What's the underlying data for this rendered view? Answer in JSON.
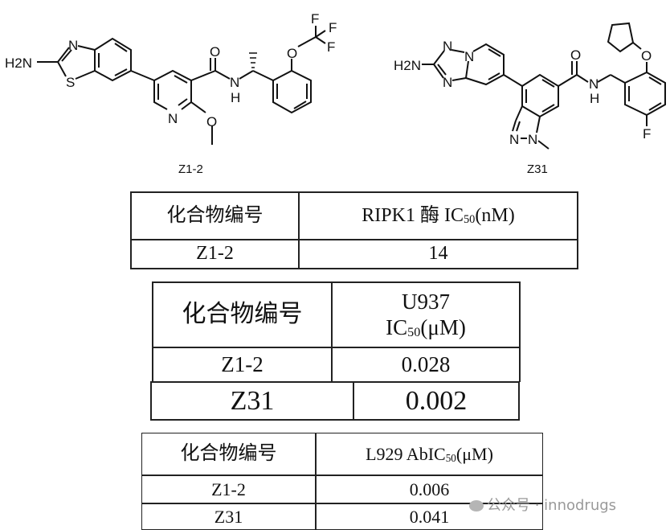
{
  "compounds": {
    "z12": {
      "label": "Z1-2",
      "atoms": {
        "amine": "H2N",
        "n1": "N",
        "s": "S",
        "o_carbonyl": "O",
        "nh_n": "N",
        "nh_h": "H",
        "n_pyr": "N",
        "o_me": "O",
        "o_cf3": "O",
        "f": "F"
      }
    },
    "z31": {
      "label": "Z31",
      "atoms": {
        "amine": "H2N",
        "n": "N",
        "o_carbonyl": "O",
        "nh_n": "N",
        "nh_h": "H",
        "o": "O",
        "f": "F"
      }
    }
  },
  "table1": {
    "header": [
      "化合物编号",
      "RIPK1 酶 IC",
      "50",
      "(nM)"
    ],
    "rows": [
      [
        "Z1-2",
        "14"
      ]
    ]
  },
  "table2": {
    "header": [
      "化合物编号",
      "U937",
      "IC",
      "50",
      "(μM)"
    ],
    "rows": [
      [
        "Z1-2",
        "0.028"
      ],
      [
        "Z31",
        "0.002"
      ]
    ]
  },
  "table3": {
    "header": [
      "化合物编号",
      "L929 AbIC",
      "50",
      "(μM)"
    ],
    "rows": [
      [
        "Z1-2",
        "0.006"
      ],
      [
        "Z31",
        "0.041"
      ]
    ]
  },
  "watermark": "公众号 · innodrugs"
}
